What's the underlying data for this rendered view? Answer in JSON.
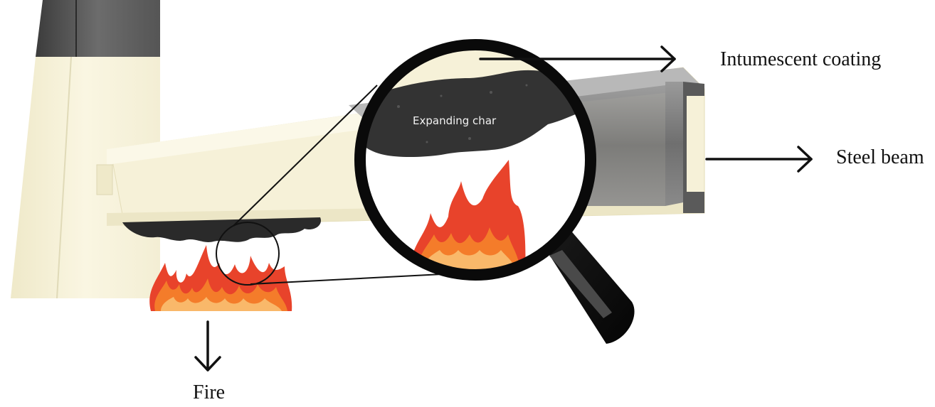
{
  "labels": {
    "intumescent_coating": "Intumescent coating",
    "steel_beam": "Steel beam",
    "fire": "Fire",
    "expanding_char": "Expanding char"
  },
  "colors": {
    "coating_cream": "#f7f3dc",
    "steel_gray": "#8e8e8e",
    "char_black": "#2a2a2a",
    "flame_red": "#e8432b",
    "flame_orange": "#f47c2a",
    "flame_yellow": "#f9b86a",
    "arrow_black": "#111111"
  },
  "icons": {
    "magnifier": "magnifying-glass-icon",
    "flames": "fire-icon"
  }
}
